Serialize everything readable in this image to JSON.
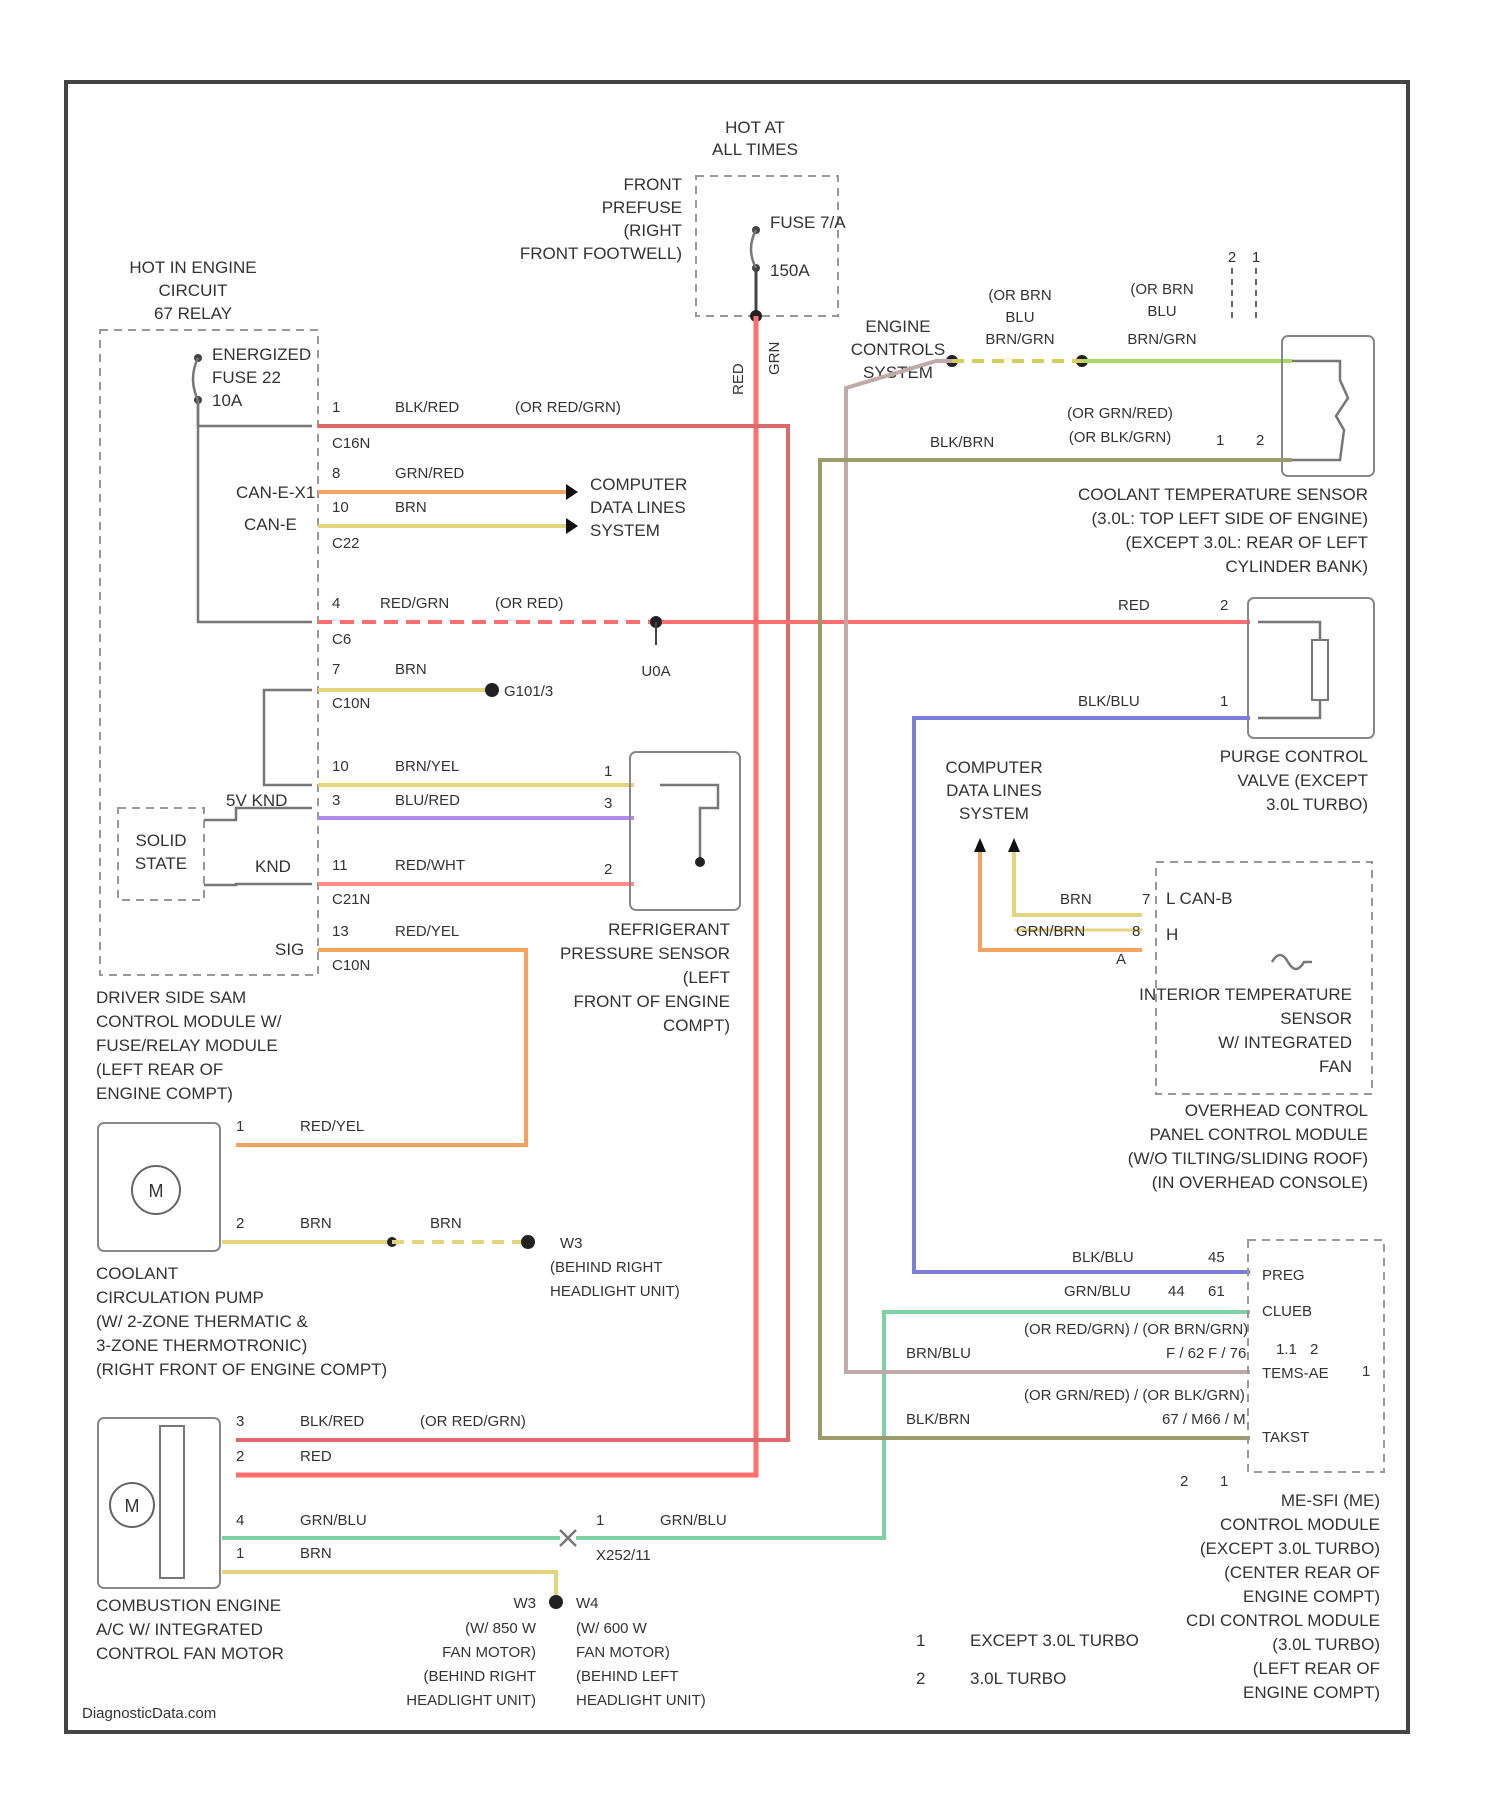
{
  "power": {
    "hot_at_all_times": [
      "HOT AT",
      "ALL TIMES"
    ],
    "fuse_panel": [
      "FRONT",
      "PREFUSE",
      "(RIGHT",
      "FRONT FOOTWELL)"
    ],
    "fuse_label": "FUSE 7/A",
    "fuse_amp": "150A",
    "wire_red": "RED",
    "wire_grn": "GRN"
  },
  "relay": {
    "hot_label": [
      "HOT IN ENGINE",
      "CIRCUIT",
      "67 RELAY"
    ],
    "fuse_label": [
      "ENERGIZED",
      "FUSE 22",
      "10A"
    ]
  },
  "module_left": {
    "pins": [
      {
        "num": "1",
        "conn": "C16N",
        "wire": "BLK/RED",
        "alt": "(OR RED/GRN)"
      },
      {
        "num": "8",
        "conn": "",
        "wire": "GRN/RED",
        "alt": ""
      },
      {
        "num": "10",
        "conn": "C22",
        "wire": "BRN",
        "alt": ""
      },
      {
        "num": "4",
        "conn": "C6",
        "wire": "RED/GRN",
        "alt": "(OR RED)"
      },
      {
        "num": "7",
        "conn": "C10N",
        "wire": "BRN",
        "alt": ""
      },
      {
        "num": "10",
        "conn": "",
        "wire": "BRN/YEL",
        "alt": ""
      },
      {
        "num": "3",
        "conn": "",
        "wire": "BLU/RED",
        "alt": ""
      },
      {
        "num": "11",
        "conn": "C21N",
        "wire": "RED/WHT",
        "alt": ""
      },
      {
        "num": "13",
        "conn": "C10N",
        "wire": "RED/YEL",
        "alt": ""
      }
    ],
    "can_ext": "CAN-E-X1",
    "can_e": "CAN-E",
    "data_lines": [
      "COMPUTER",
      "DATA LINES",
      "SYSTEM"
    ],
    "ground_g": "G101/3",
    "splice": "U0A",
    "solid_state": [
      "SOLID",
      "STATE"
    ],
    "sv_knd": "5V KND",
    "knd": "KND",
    "sig": "SIG",
    "label": [
      "DRIVER SIDE SAM",
      "CONTROL MODULE W/",
      "FUSE/RELAY MODULE",
      "(LEFT REAR OF",
      "ENGINE COMPT)"
    ]
  },
  "refrigerant_sensor": {
    "label": [
      "REFRIGERANT",
      "PRESSURE SENSOR",
      "(LEFT",
      "FRONT OF ENGINE",
      "COMPT)"
    ],
    "pins": [
      "1",
      "3",
      "2"
    ]
  },
  "pump": {
    "label": [
      "COOLANT",
      "CIRCULATION PUMP",
      "(W/ 2-ZONE THERMATIC &",
      "3-ZONE THERMOTRONIC)",
      "(RIGHT FRONT OF ENGINE COMPT)"
    ],
    "motor": "M",
    "pin1": "1",
    "pin2": "2",
    "wire1": "RED/YEL",
    "wire2": "BRN",
    "wire2b": "BRN",
    "ground": "W3",
    "ground_loc": [
      "(BEHIND RIGHT",
      "HEADLIGHT UNIT)"
    ]
  },
  "fan": {
    "label": [
      "COMBUSTION ENGINE",
      "A/C W/ INTEGRATED",
      "CONTROL FAN MOTOR"
    ],
    "motor": "M",
    "pins": [
      "3",
      "2",
      "4",
      "1"
    ],
    "wire_blkred": "BLK/RED",
    "wire_alt": "(OR RED/GRN)",
    "wire_red": "RED",
    "wire_grnblu": "GRN/BLU",
    "wire_brn": "BRN",
    "conn_pin": "1",
    "conn_wire": "GRN/BLU",
    "conn": "X252/11",
    "ground_w3": "W3",
    "ground_w4": "W4",
    "w3_label": [
      "(W/ 850 W",
      "FAN MOTOR)",
      "(BEHIND RIGHT",
      "HEADLIGHT UNIT)"
    ],
    "w4_label": [
      "(W/ 600 W",
      "FAN MOTOR)",
      "(BEHIND LEFT",
      "HEADLIGHT UNIT)"
    ]
  },
  "right": {
    "ecs": [
      "ENGINE",
      "CONTROLS",
      "SYSTEM"
    ],
    "wire_a": [
      "(OR BRN",
      "BLU",
      "BRN/GRN"
    ],
    "wire_b": [
      "(OR BRN",
      "BLU",
      "BRN/GRN"
    ],
    "conn_nums": [
      "2",
      "1"
    ],
    "pins_top": [
      "2",
      "1"
    ],
    "wire_c": [
      "(OR GRN/RED)",
      "(OR BLK/GRN)"
    ],
    "wire_c_main": "BLK/BRN",
    "coolant_sensor": [
      "COOLANT TEMPERATURE SENSOR",
      "(3.0L: TOP LEFT SIDE OF ENGINE)",
      "(EXCEPT 3.0L: REAR OF LEFT",
      "CYLINDER BANK)"
    ],
    "red_wire": "RED",
    "purge_pin2": "2",
    "purge_pin1": "1",
    "purge_wire": "BLK/BLU",
    "purge_label": [
      "PURGE CONTROL",
      "VALVE (EXCEPT",
      "3.0L TURBO)"
    ],
    "data_lines": [
      "COMPUTER",
      "DATA LINES",
      "SYSTEM"
    ],
    "interior_wires": [
      {
        "w": "BRN",
        "p": "7"
      },
      {
        "w": "GRN/BRN",
        "p": "8"
      }
    ],
    "interior_can": "L CAN-B",
    "interior_h": "H",
    "interior_a": "A",
    "interior_label": [
      "INTERIOR TEMPERATURE",
      "SENSOR",
      "W/ INTEGRATED",
      "FAN"
    ],
    "overhead_label": [
      "OVERHEAD CONTROL",
      "PANEL CONTROL MODULE",
      "(W/O TILTING/SLIDING ROOF)",
      "(IN OVERHEAD CONSOLE)"
    ]
  },
  "me_module": {
    "rows": [
      {
        "wire": "BLK/BLU",
        "alt": "",
        "p1": "",
        "p2": "45",
        "sig": "PREG"
      },
      {
        "wire": "GRN/BLU",
        "alt": "",
        "p1": "44",
        "p2": "61",
        "sig": "CLUEB"
      },
      {
        "wire": "BRN/BLU",
        "alt": "(OR RED/GRN) / (OR BRN/GRN)",
        "p1": "F / 62",
        "p2": "F / 76",
        "sig": "TEMS-AE"
      },
      {
        "wire": "BLK/BRN",
        "alt": "(OR GRN/RED) / (OR BLK/GRN)",
        "p1": "67 / M",
        "p2": "66 / M",
        "sig": "TAKST"
      }
    ],
    "corner_marks": [
      "1",
      "2"
    ],
    "side_mark": "1",
    "bottom_marks": [
      "2",
      "1"
    ],
    "sig_top": "1.1",
    "label": [
      "ME-SFI (ME)",
      "CONTROL MODULE",
      "(EXCEPT 3.0L TURBO)",
      "(CENTER REAR OF",
      "ENGINE COMPT)",
      "CDI CONTROL MODULE",
      "(3.0L TURBO)",
      "(LEFT REAR OF",
      "ENGINE COMPT)"
    ]
  },
  "legend": [
    {
      "num": "1",
      "text": "EXCEPT 3.0L TURBO"
    },
    {
      "num": "2",
      "text": "3.0L TURBO"
    }
  ],
  "watermark": "DiagnosticData.com",
  "colors": {
    "red": "#ff6f6f",
    "blkred": "#d96b6b",
    "orange": "#f5a25f",
    "brn_yel": "#e5d47e",
    "purple": "#b48af0",
    "blue": "#7d7fd6",
    "green_lt": "#a8d86a",
    "olive": "#9a9a6a",
    "teal": "#7fd0a6",
    "gray": "#8a8a8a"
  }
}
